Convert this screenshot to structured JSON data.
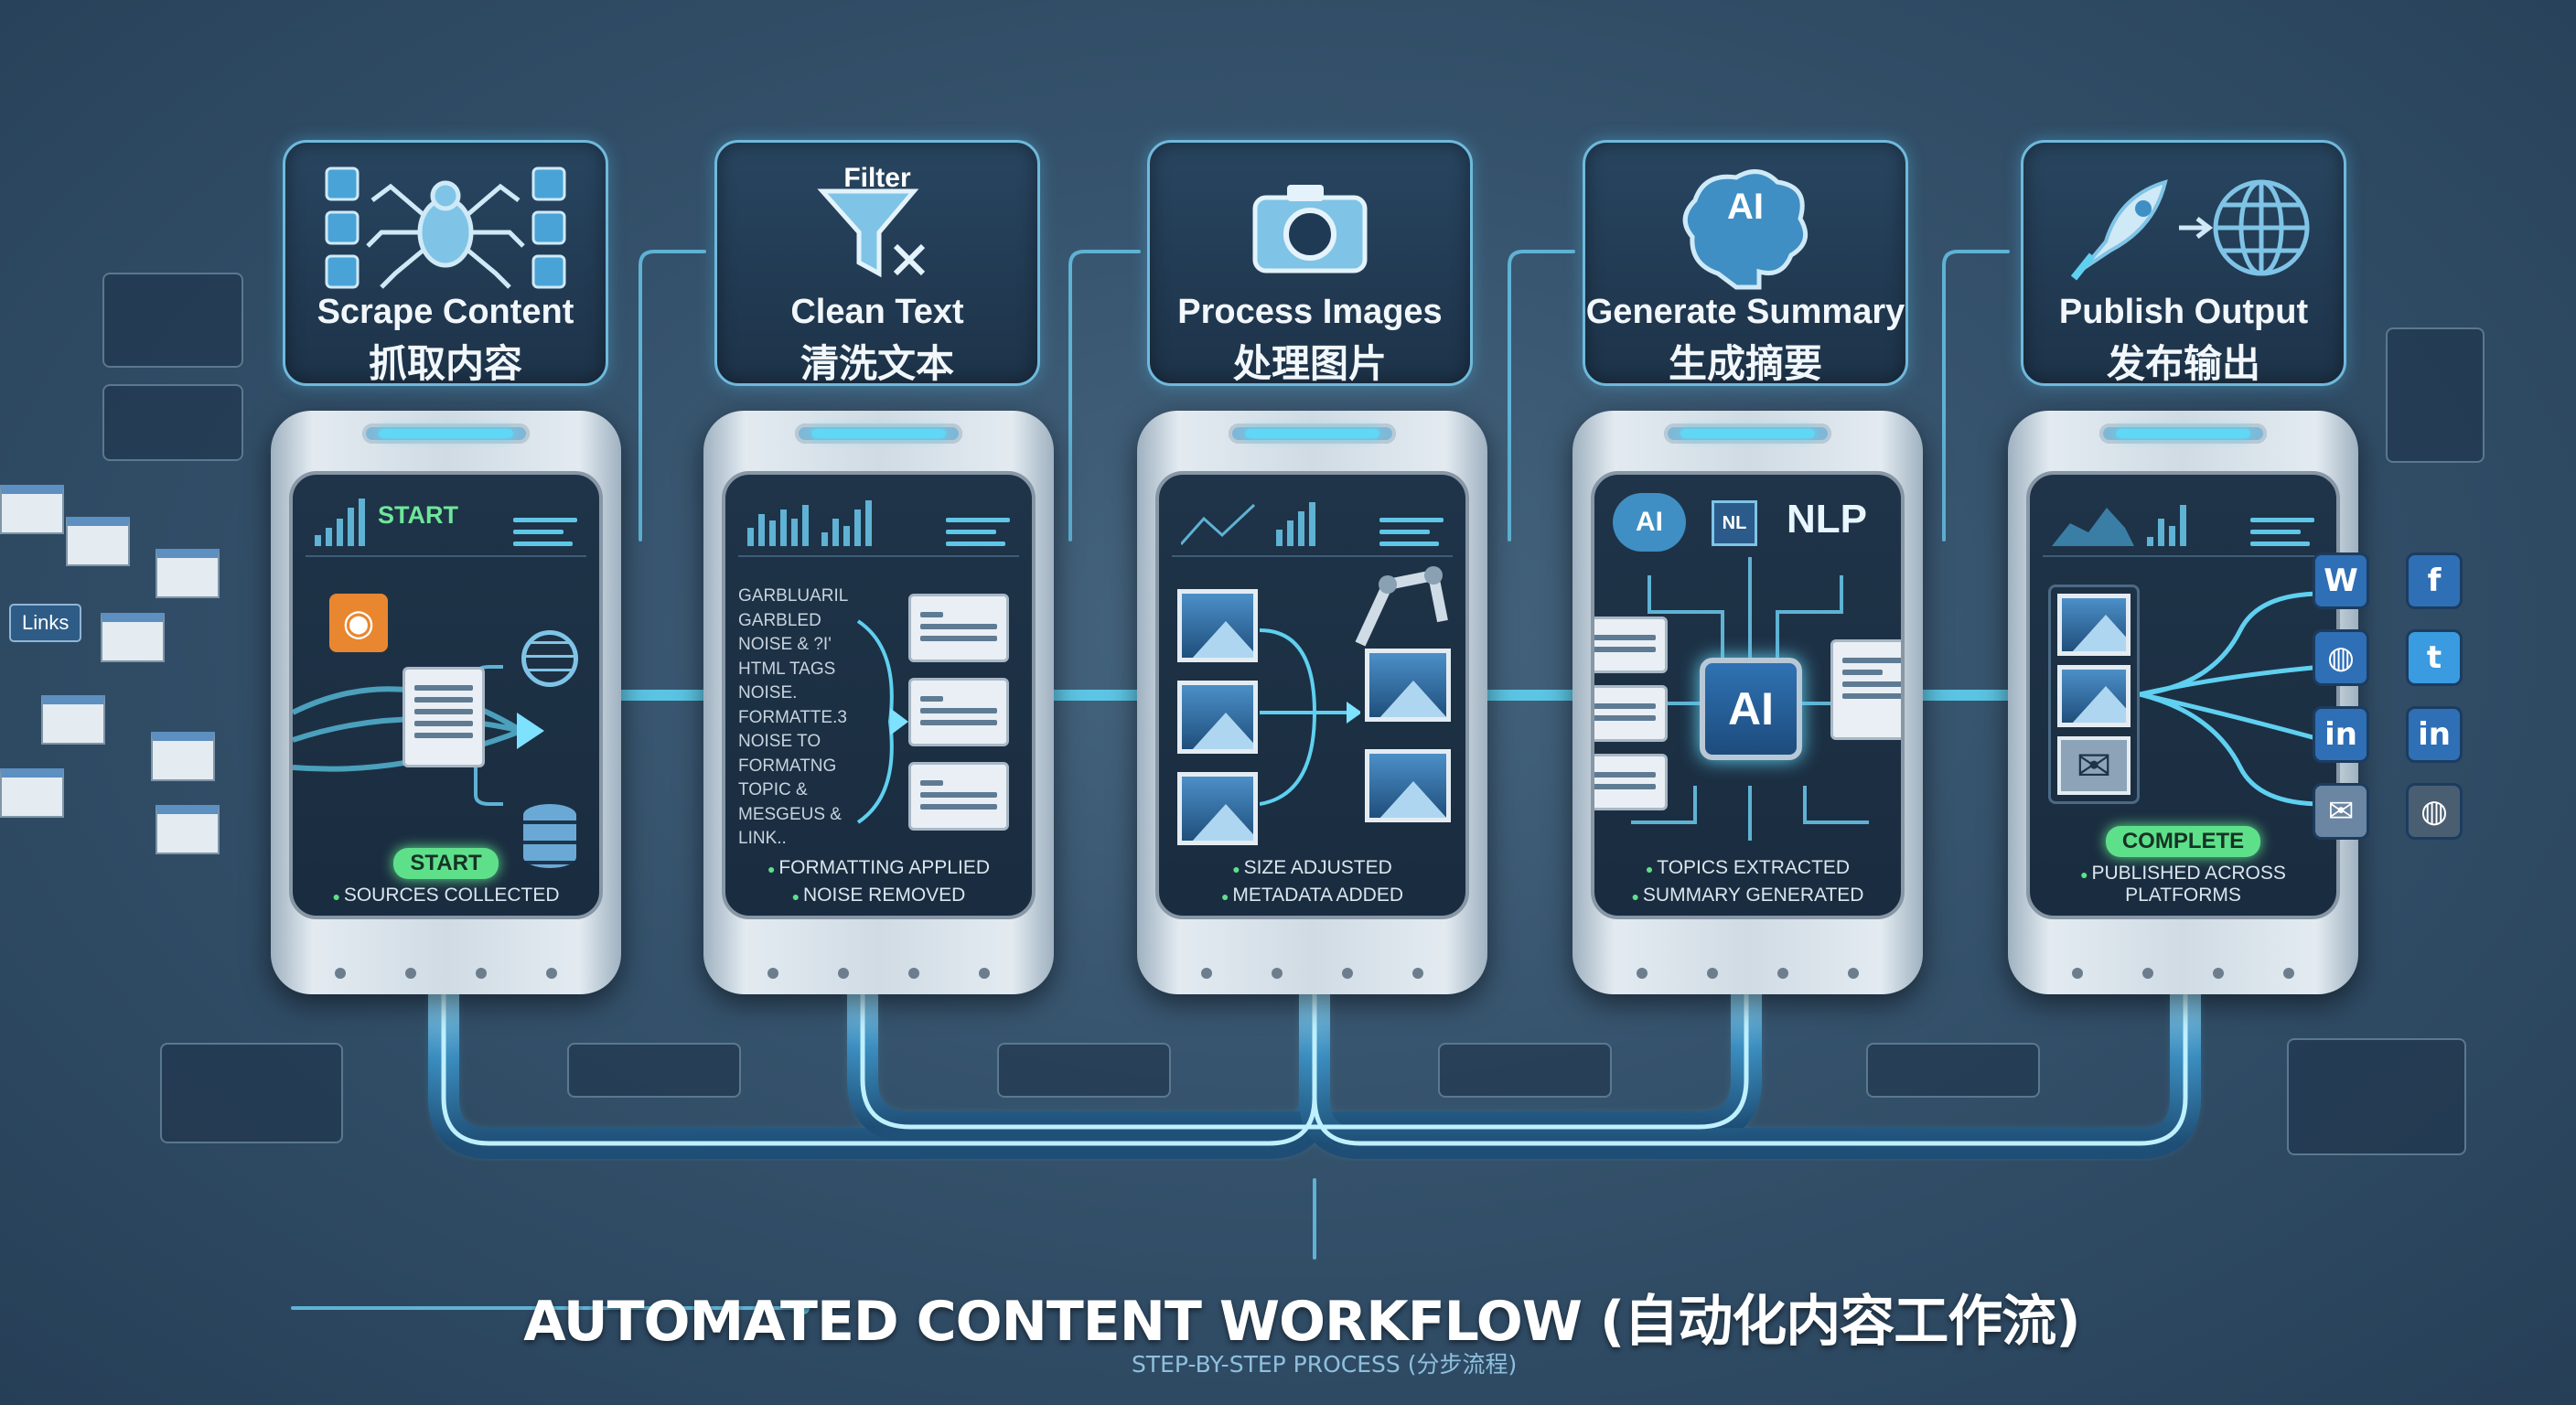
{
  "title": "AUTOMATED CONTENT WORKFLOW (自动化内容工作流)",
  "subtitle": "STEP-BY-STEP PROCESS (分步流程)",
  "sources_label": "Links",
  "colors": {
    "accent": "#5fd0f0",
    "success": "#5ee08a",
    "screen": "#1c2e42",
    "frame": "#d0dbe4"
  },
  "steps": [
    {
      "title": "Scrape Content",
      "title_zh": "抓取内容",
      "icon": "spider-icon",
      "screen_label": "START",
      "badge": "START",
      "bullets": [
        "SOURCES COLLECTED"
      ]
    },
    {
      "title": "Clean Text",
      "title_zh": "清洗文本",
      "icon": "filter-funnel-icon",
      "icon_label": "Filter",
      "bullets": [
        "FORMATTING APPLIED",
        "NOISE REMOVED"
      ],
      "garbled": [
        "GARBLUARIL",
        "GARBLED",
        "NOISE & ?I'",
        "HTML TAGS",
        "NOISE.",
        "FORMATTE.3",
        "NOISE TO",
        "FORMATNG",
        "TOPIC &",
        "MESGEUS &",
        "LINK.."
      ]
    },
    {
      "title": "Process Images",
      "title_zh": "处理图片",
      "icon": "camera-icon",
      "bullets": [
        "SIZE ADJUSTED",
        "METADATA ADDED"
      ]
    },
    {
      "title": "Generate Summary",
      "title_zh": "生成摘要",
      "icon": "ai-brain-icon",
      "icon_label": "AI",
      "brain_label": "AI",
      "chip_small": "NL",
      "nlp_label": "NLP",
      "chip_label": "AI",
      "bullets": [
        "TOPICS EXTRACTED",
        "SUMMARY GENERATED"
      ]
    },
    {
      "title": "Publish Output",
      "title_zh": "发布输出",
      "icon": "rocket-globe-icon",
      "badge": "COMPLETE",
      "bullets": [
        "PUBLISHED ACROSS PLATFORMS"
      ],
      "platforms_left": [
        "W",
        "◍",
        "in",
        "✉"
      ],
      "platforms_right": [
        "f",
        "t",
        "in",
        "◍"
      ]
    }
  ]
}
